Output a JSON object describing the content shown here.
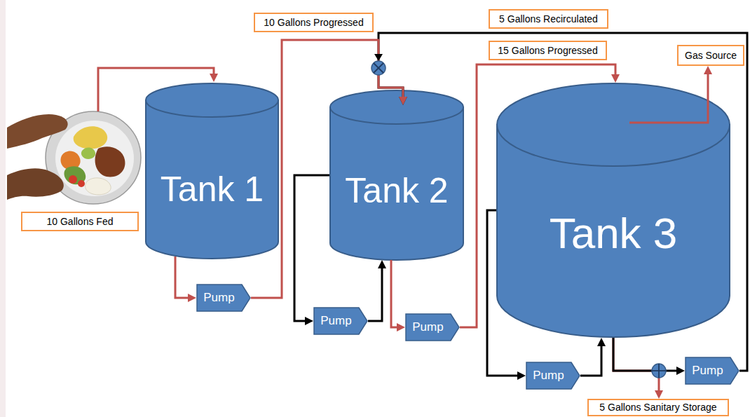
{
  "diagram": {
    "nodes": [
      {
        "text": [
          "10 Gallons Progressed"
        ]
      },
      {
        "text": [
          "5 Gallons Recirculated"
        ]
      },
      {
        "text": [
          "15 Gallons Progressed"
        ]
      },
      {
        "text": [
          "Gas Source"
        ]
      },
      {
        "text": [
          "Tank 1"
        ]
      },
      {
        "text": [
          "Tank 2"
        ]
      },
      {
        "text": [
          "Tank 3"
        ]
      },
      {
        "text": [
          "10 Gallons Fed"
        ]
      },
      {
        "text": [
          "Pump"
        ]
      },
      {
        "text": [
          "Pump"
        ]
      },
      {
        "text": [
          "Pump"
        ]
      },
      {
        "text": [
          "Pump"
        ]
      },
      {
        "text": [
          "Pump"
        ]
      },
      {
        "text": [
          "5 Gallons Sanitary Storage"
        ]
      }
    ],
    "edges": [
      {
        "from": 4,
        "to": 8,
        "arrow": "to"
      },
      {
        "from": 8,
        "to": 5,
        "arrow": "to"
      },
      {
        "from": 5,
        "to": 9,
        "arrow": "to"
      },
      {
        "from": 9,
        "to": 5,
        "arrow": "to"
      },
      {
        "from": 5,
        "to": 10,
        "arrow": "to"
      },
      {
        "from": 10,
        "to": 6,
        "arrow": "to"
      },
      {
        "from": 6,
        "to": 3,
        "arrow": "to"
      },
      {
        "from": 6,
        "to": 11,
        "arrow": "to"
      },
      {
        "from": 11,
        "to": 6,
        "arrow": "to"
      },
      {
        "from": 6,
        "to": 12,
        "arrow": "to"
      },
      {
        "from": 6,
        "to": 13,
        "arrow": "to"
      },
      {
        "from": 12,
        "to": 5,
        "arrow": "to"
      }
    ]
  }
}
